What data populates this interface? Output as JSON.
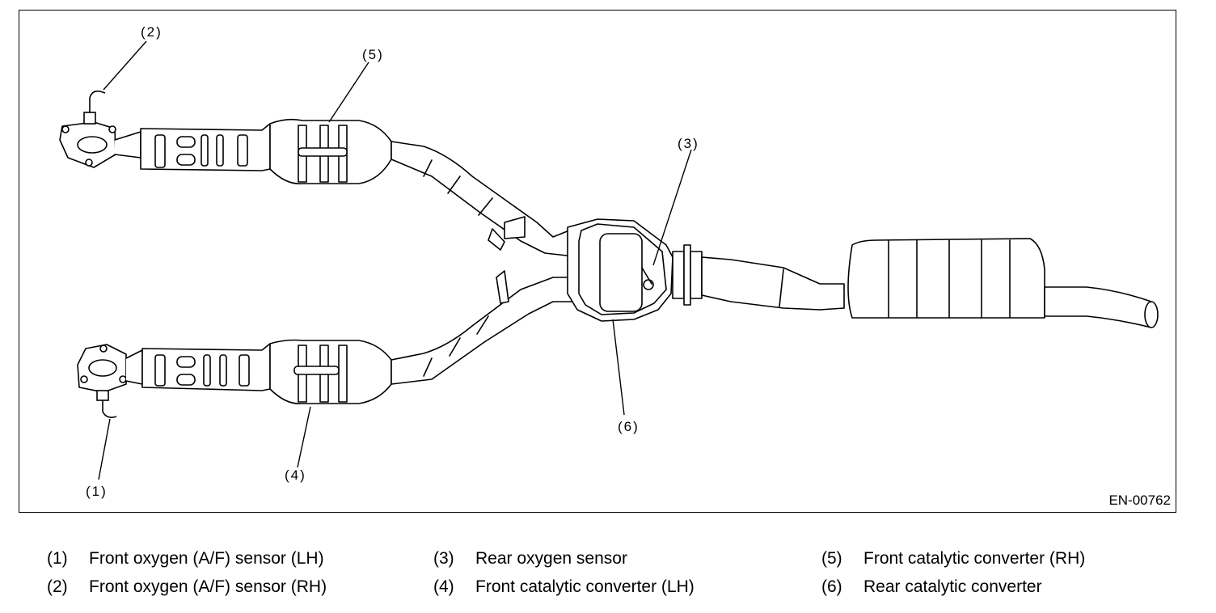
{
  "figure": {
    "id": "EN-00762",
    "callouts": [
      "(1)",
      "(2)",
      "(3)",
      "(4)",
      "(5)",
      "(6)"
    ]
  },
  "legend": [
    {
      "num": "(1)",
      "text": "Front oxygen (A/F) sensor (LH)"
    },
    {
      "num": "(2)",
      "text": "Front oxygen (A/F) sensor (RH)"
    },
    {
      "num": "(3)",
      "text": "Rear oxygen sensor"
    },
    {
      "num": "(4)",
      "text": "Front catalytic converter (LH)"
    },
    {
      "num": "(5)",
      "text": "Front catalytic converter (RH)"
    },
    {
      "num": "(6)",
      "text": "Rear catalytic converter"
    }
  ]
}
